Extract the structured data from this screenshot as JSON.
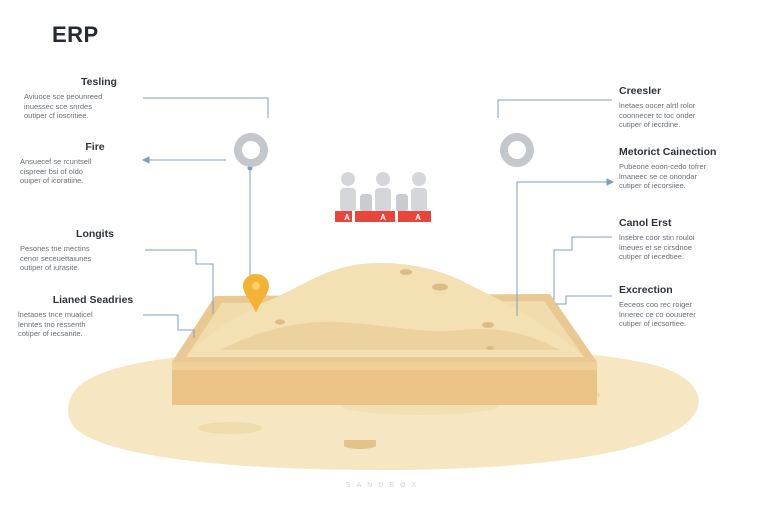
{
  "title": "ERP",
  "footer": "SANDBOX",
  "left_labels": [
    {
      "heading": "Tesling",
      "text": [
        "Aviuoce sce peounreed",
        "inuessec sce snrdes",
        "outiper cf ioscritiee."
      ]
    },
    {
      "heading": "Fire",
      "text": [
        "Ansuecef se rcuntsell",
        "cispreer bsi of oldo",
        "ouiper of icoratiine."
      ]
    },
    {
      "heading": "Longits",
      "text": [
        "Pesones tne mectins",
        "cenor seceuettaiunes",
        "outiper of iurasite."
      ]
    },
    {
      "heading": "Lianed Seadries",
      "text": [
        "lnetaoes tnce muaticel",
        "lenntes tno ressenth",
        "cotiper of iecsanite."
      ]
    }
  ],
  "right_labels": [
    {
      "heading": "Creesler",
      "text": [
        "lnetaes oocer alrtl rolor",
        "coonnecer tc toc onder",
        "cutiper of iecrdine."
      ]
    },
    {
      "heading": "Metorict Cainection",
      "text": [
        "Pubeone eoon-cedo tofrer",
        "lmaneec se ce onondar",
        "cutiper of iecorsiiee."
      ]
    },
    {
      "heading": "Canol Erst",
      "text": [
        "lnsebre coor stin rouloi",
        "lmeues et se cirsdnoe",
        "cutiper of iecedtiee."
      ]
    },
    {
      "heading": "Excrection",
      "text": [
        "Eeceos coo rec roiger",
        "lnnerec ce co oouuerer",
        "cutiper of iecsortiee."
      ]
    }
  ],
  "banner_glyphs": [
    "A",
    "A",
    "A"
  ],
  "colors": {
    "accent_red": "#e8453c",
    "pin": "#f3b233",
    "line": "#7f9fb8",
    "sand": "#f1dfb2"
  }
}
